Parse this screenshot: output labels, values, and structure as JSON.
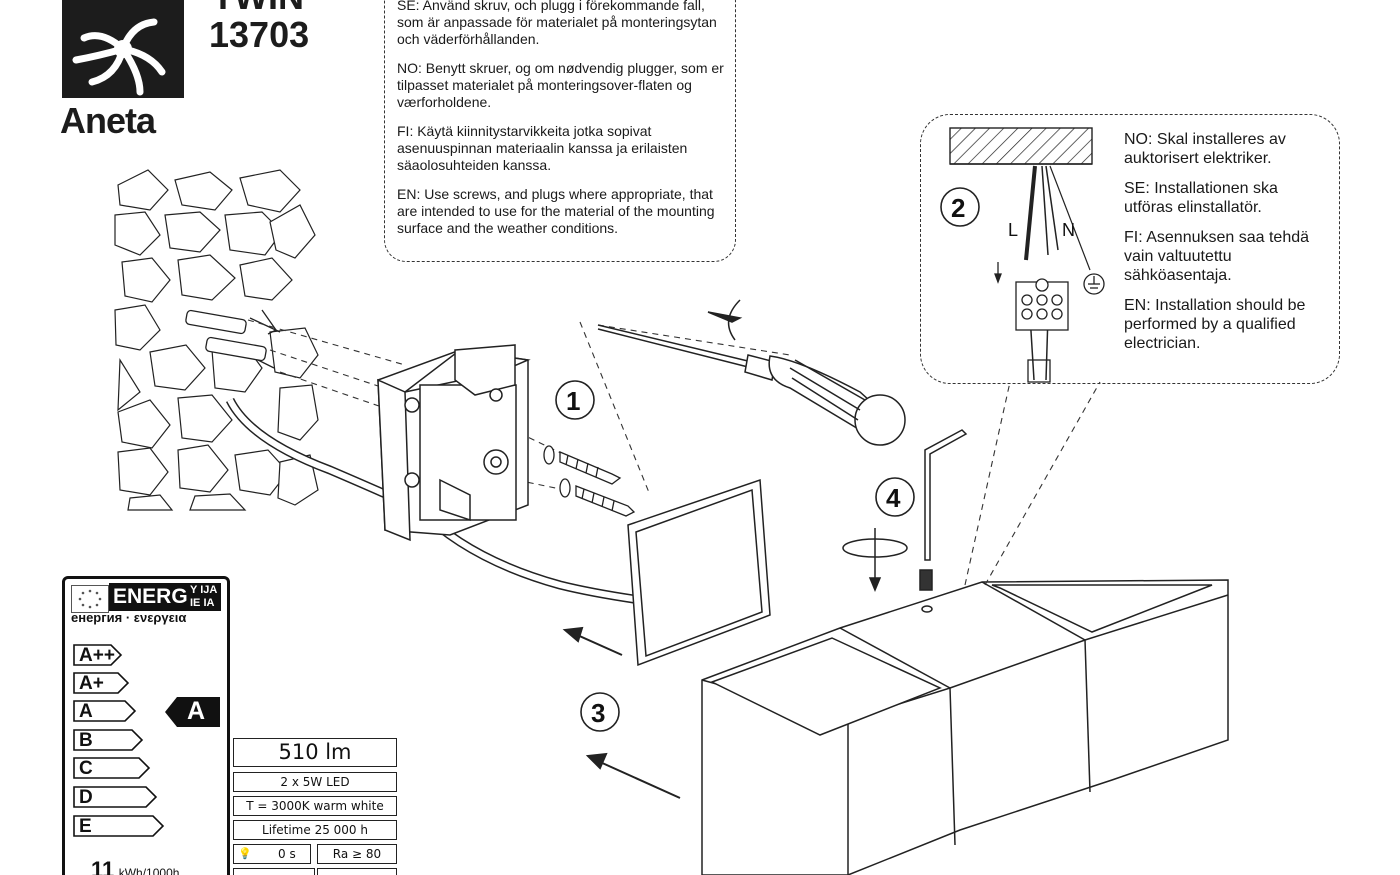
{
  "logo": {
    "model": "13703",
    "title_partial": "TWIN",
    "brand": "Aneta"
  },
  "screws_note": {
    "se": "SE: Använd skruv, och plugg i förekommande fall, som är anpassade för materialet på monteringsytan och väderförhållanden.",
    "no": "NO: Benytt skruer, og om nødvendig plugger, som er tilpasset materialet på monteringsover-flaten og værforholdene.",
    "fi": "FI: Käytä kiinnitystarvikkeita jotka sopivat asenuuspinnan materiaalin kanssa ja erilaisten säaolosuhteiden kanssa.",
    "en": "EN: Use screws, and plugs where appropriate, that are intended to use for the material of the mounting surface and the weather conditions."
  },
  "electric_note": {
    "no": "NO: Skal installeres av auktorisert elektriker.",
    "se": "SE: Installationen ska utföras elinstallatör.",
    "fi": "FI:  Asennuksen saa tehdä vain valtuutettu sähköasentaja.",
    "en": "EN: Installation should be performed by a qualified electrician."
  },
  "steps": [
    "1",
    "2",
    "3",
    "4"
  ],
  "wiring": {
    "live": "L",
    "neutral": "N"
  },
  "energy_label": {
    "energ": "ENERG",
    "suffix_top": "Y IJA",
    "suffix_bottom": "IE IA",
    "subtitle": "енергия · ενεργεια",
    "classes": [
      "A++",
      "A+",
      "A",
      "B",
      "C",
      "D",
      "E"
    ],
    "rating": "A",
    "consumption_value": "11",
    "consumption_unit": "kWh/1000h"
  },
  "specs": {
    "lumen": "510 lm",
    "power": "2 x 5W  LED",
    "temperature": "T = 3000K warm white",
    "lifetime": "Lifetime  25 000 h",
    "startup": "0 s",
    "cri": "Ra ≥ 80"
  }
}
